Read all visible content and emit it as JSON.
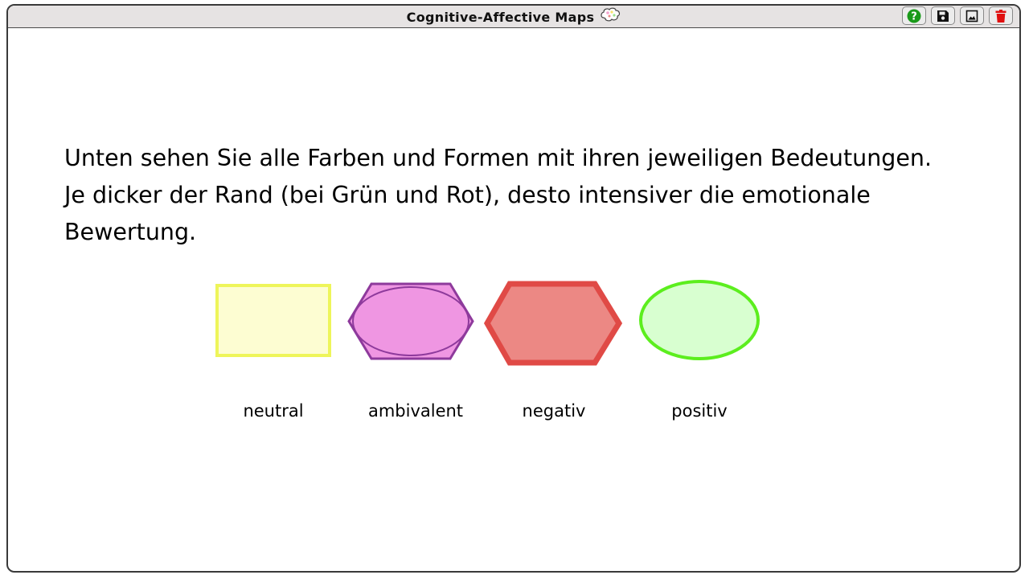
{
  "window": {
    "title": "Cognitive-Affective Maps",
    "title_icon": "brain-icon"
  },
  "toolbar": {
    "buttons": [
      {
        "icon": "help-icon",
        "color": "#1a9a1a"
      },
      {
        "icon": "save-icon",
        "color": "#111111"
      },
      {
        "icon": "image-icon",
        "color": "#111111"
      },
      {
        "icon": "trash-icon",
        "color": "#e01010"
      }
    ]
  },
  "instructions": {
    "line1": "Unten sehen Sie alle Farben und Formen mit ihren jeweiligen Bedeutungen.",
    "line2": "Je dicker der Rand (bei Grün und Rot), desto intensiver die emotionale",
    "line3": "Bewertung."
  },
  "legend": [
    {
      "label": "neutral",
      "shape": "rectangle",
      "fill": "#fdfdd2",
      "stroke": "#eef55a"
    },
    {
      "label": "ambivalent",
      "shape": "hexagon-with-ellipse",
      "fill": "#ef96e2",
      "stroke": "#8e3a9c"
    },
    {
      "label": "negativ",
      "shape": "hexagon",
      "fill": "#ec8884",
      "stroke": "#e04a46"
    },
    {
      "label": "positiv",
      "shape": "ellipse",
      "fill": "#d8ffd0",
      "stroke": "#5cee1e"
    }
  ]
}
